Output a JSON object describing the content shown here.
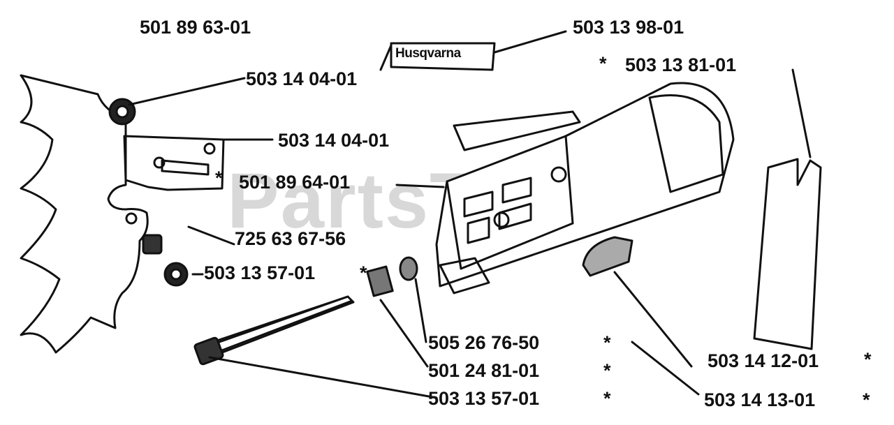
{
  "watermark": {
    "text": "PartsTree",
    "tm": "™"
  },
  "decal_text": "Husqvarna",
  "labels": [
    {
      "id": "label-501-89-63-01",
      "text": "501 89 63-01",
      "star": false
    },
    {
      "id": "label-503-13-98-01",
      "text": "503 13 98-01",
      "star": false
    },
    {
      "id": "label-503-13-81-01",
      "text": "503 13 81-01",
      "star": true
    },
    {
      "id": "label-503-14-04-01-a",
      "text": "503 14 04-01",
      "star": false
    },
    {
      "id": "label-503-14-04-01-b",
      "text": "503 14 04-01",
      "star": false
    },
    {
      "id": "label-501-89-64-01",
      "text": "501 89 64-01",
      "star": true
    },
    {
      "id": "label-725-63-67-56",
      "text": "725 63 67-56",
      "star": false
    },
    {
      "id": "label-503-13-57-01-a",
      "text": "503 13 57-01",
      "star": true
    },
    {
      "id": "label-505-26-76-50",
      "text": "505 26 76-50",
      "star": true
    },
    {
      "id": "label-501-24-81-01",
      "text": "501 24 81-01",
      "star": true
    },
    {
      "id": "label-503-13-57-01-b",
      "text": "503 13 57-01",
      "star": true
    },
    {
      "id": "label-503-14-12-01",
      "text": "503 14 12-01",
      "star": true
    },
    {
      "id": "label-503-14-13-01",
      "text": "503 14 13-01",
      "star": true
    }
  ],
  "star_symbol": "*"
}
